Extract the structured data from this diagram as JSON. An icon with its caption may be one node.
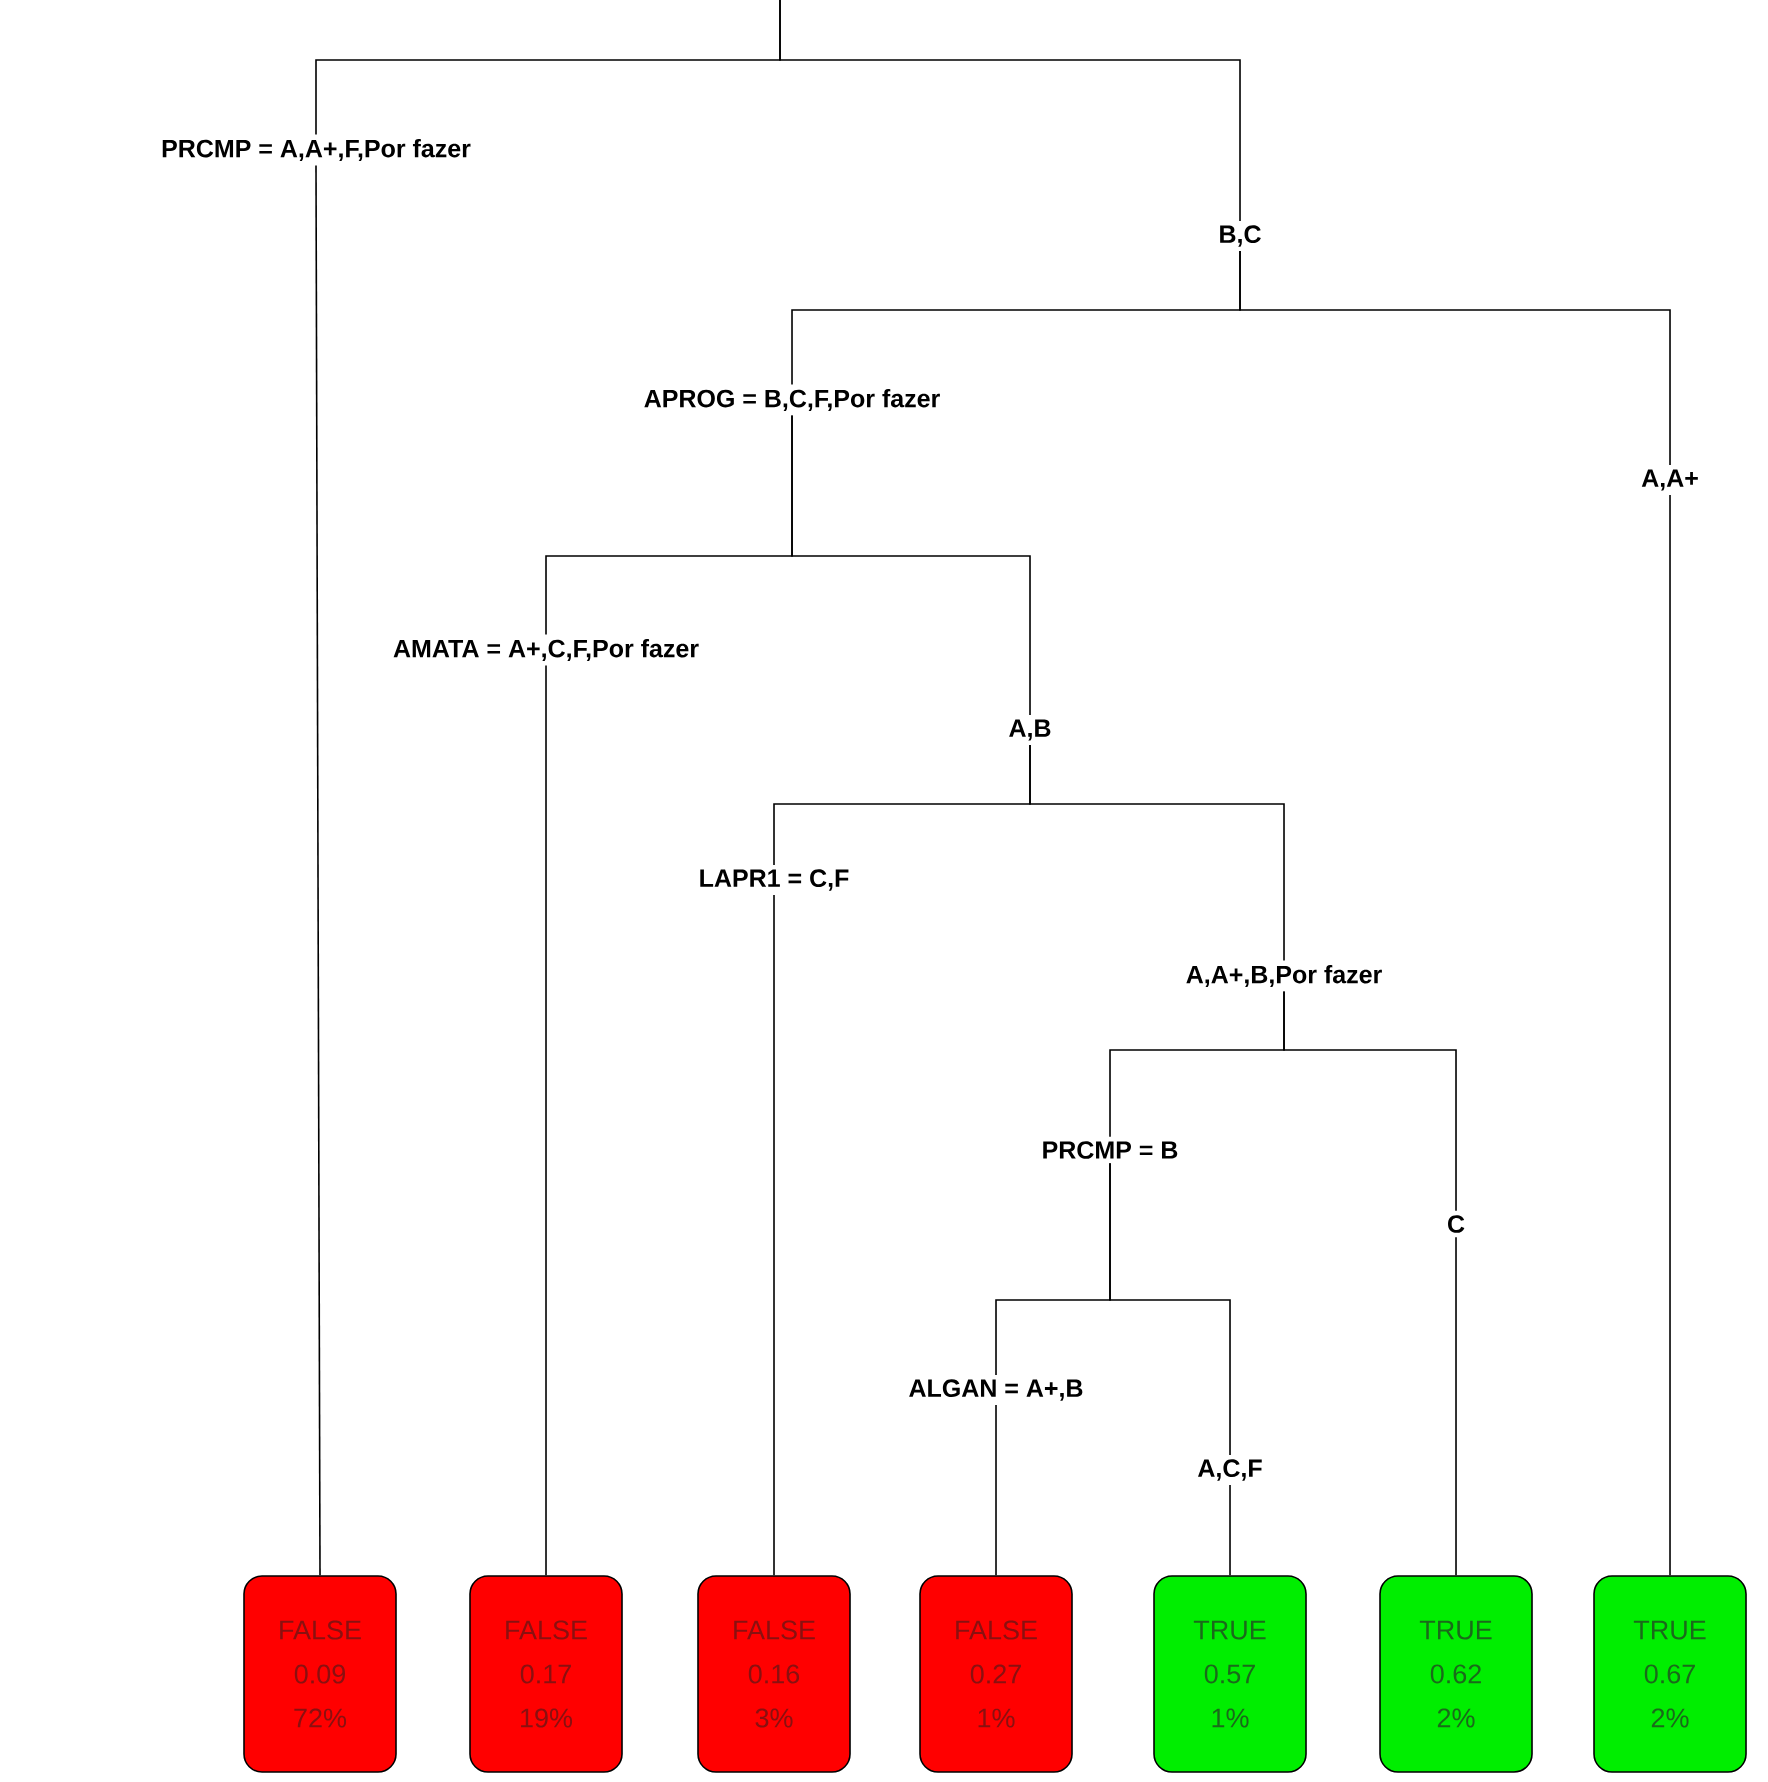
{
  "diagram": {
    "nodes": [
      {
        "text": [
          "PRCMP = A,A+,F,Por fazer"
        ]
      },
      {
        "text": [
          "B,C"
        ]
      },
      {
        "text": [
          "APROG = B,C,F,Por fazer"
        ]
      },
      {
        "text": [
          "A,A+"
        ]
      },
      {
        "text": [
          "AMATA = A+,C,F,Por fazer"
        ]
      },
      {
        "text": [
          "A,B"
        ]
      },
      {
        "text": [
          "LAPR1 = C,F"
        ]
      },
      {
        "text": [
          "A,A+,B,Por fazer"
        ]
      },
      {
        "text": [
          "PRCMP = B"
        ]
      },
      {
        "text": [
          "C"
        ]
      },
      {
        "text": [
          "ALGAN = A+,B"
        ]
      },
      {
        "text": [
          "A,C,F"
        ]
      },
      {
        "text": [
          "FALSE",
          "0.09",
          "72%"
        ]
      },
      {
        "text": [
          "FALSE",
          "0.17",
          "19%"
        ]
      },
      {
        "text": [
          "FALSE",
          "0.16",
          "3%"
        ]
      },
      {
        "text": [
          "FALSE",
          "0.27",
          "1%"
        ]
      },
      {
        "text": [
          "TRUE",
          "0.57",
          "1%"
        ]
      },
      {
        "text": [
          "TRUE",
          "0.62",
          "2%"
        ]
      },
      {
        "text": [
          "TRUE",
          "0.67",
          "2%"
        ]
      }
    ],
    "edges": [
      {
        "from": null,
        "to": 0,
        "arrow": "none"
      },
      {
        "from": null,
        "to": 1,
        "arrow": "none"
      },
      {
        "from": 0,
        "to": 12,
        "arrow": "none"
      },
      {
        "from": 1,
        "to": 2,
        "arrow": "none"
      },
      {
        "from": 1,
        "to": 3,
        "arrow": "none"
      },
      {
        "from": 3,
        "to": 18,
        "arrow": "none"
      },
      {
        "from": 2,
        "to": 4,
        "arrow": "none"
      },
      {
        "from": 2,
        "to": 5,
        "arrow": "none"
      },
      {
        "from": 4,
        "to": 13,
        "arrow": "none"
      },
      {
        "from": 5,
        "to": 6,
        "arrow": "none"
      },
      {
        "from": 5,
        "to": 7,
        "arrow": "none"
      },
      {
        "from": 6,
        "to": 14,
        "arrow": "none"
      },
      {
        "from": 7,
        "to": 8,
        "arrow": "none"
      },
      {
        "from": 7,
        "to": 9,
        "arrow": "none"
      },
      {
        "from": 9,
        "to": 17,
        "arrow": "none"
      },
      {
        "from": 8,
        "to": 10,
        "arrow": "none"
      },
      {
        "from": 8,
        "to": 11,
        "arrow": "none"
      },
      {
        "from": 10,
        "to": 15,
        "arrow": "none"
      },
      {
        "from": 11,
        "to": 16,
        "arrow": "none"
      }
    ]
  }
}
